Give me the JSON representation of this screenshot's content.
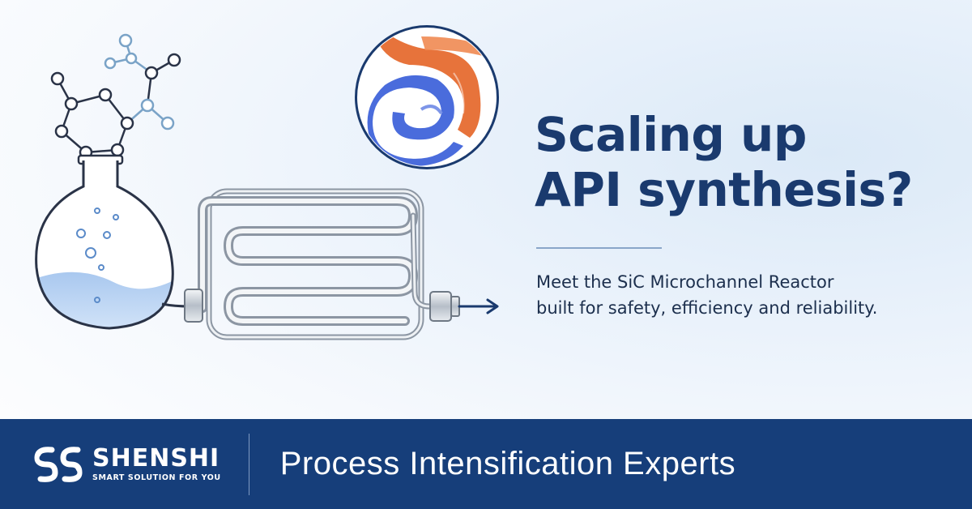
{
  "headline": {
    "line1": "Scaling up",
    "line2": "API synthesis?"
  },
  "subtext": {
    "line1": "Meet the SiC Microchannel Reactor",
    "line2": "built for safety, efficiency and reliability."
  },
  "footer": {
    "brand_name": "SHENSHI",
    "brand_tagline": "SMART SOLUTION FOR YOU",
    "slogan": "Process Intensification Experts"
  },
  "colors": {
    "navy": "#163e7a",
    "headline": "#1a3a6e",
    "flow_hot": "#e5672a",
    "flow_cold": "#3b5fd9"
  }
}
